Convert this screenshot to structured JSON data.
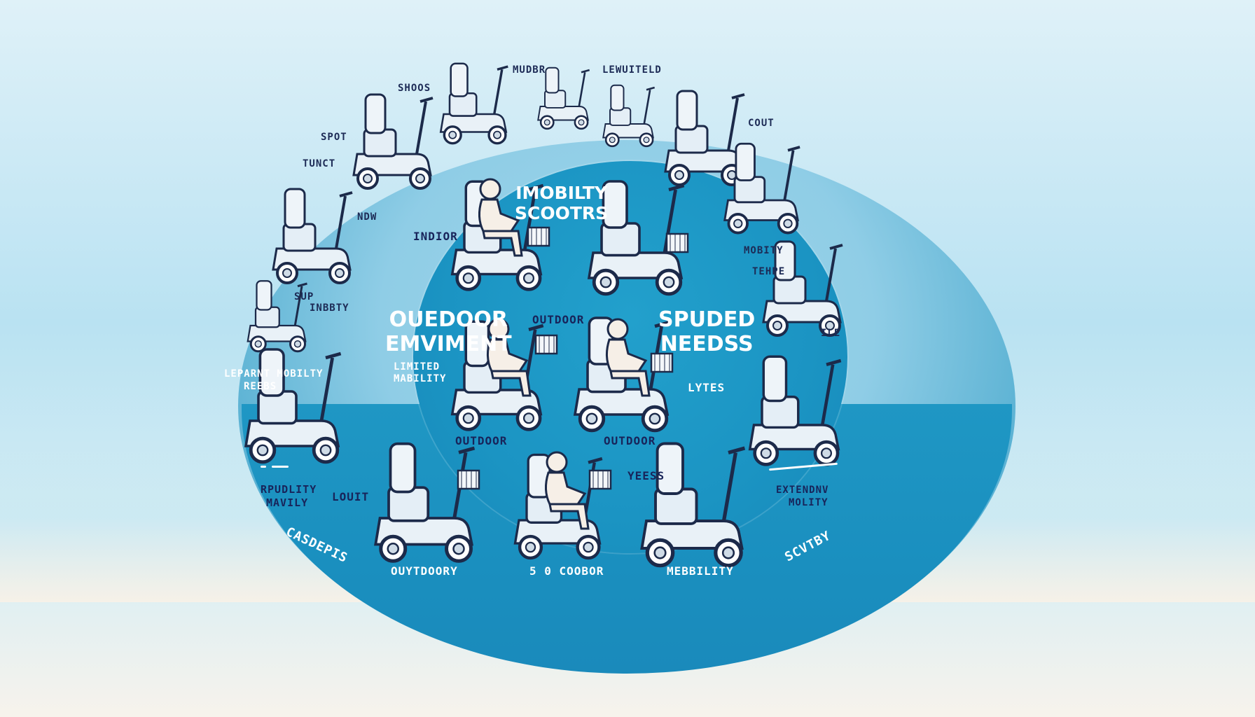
{
  "diagram": {
    "headings": {
      "center_top": [
        "IMOBILTY",
        "SCOOTRS"
      ],
      "left_mid": [
        "OUEDOOR",
        "EMVIMENT"
      ],
      "right_mid": [
        "SPUDED",
        "NEEDSS"
      ]
    },
    "outer_labels": {
      "shoos": "SHOOS",
      "mudbr": "MUDBR",
      "lewuiteld": "LEWUITELD",
      "spot": "SPOT",
      "tunct": "TUNCT",
      "ndw": "NDW",
      "cout": "COUT",
      "mobity": "MOBITY",
      "tehpe": "TEHPE",
      "sup": "SUP",
      "inbbty": "INBBTY",
      "ile": "ILE"
    },
    "inner_labels": {
      "indior": "INDIOR",
      "outdoor_top": "OUTDOOR",
      "limited": [
        "LIMITED",
        "MABILITY"
      ],
      "lytes": "LYTES",
      "outdoor_left": "OUTDOOR",
      "outdoor_right": "OUTDOOR"
    },
    "lower_labels": {
      "lepart": [
        "LEPARNT MOBILTY",
        "REEBS"
      ],
      "rpudlity": [
        "RPUDLITY",
        "MAVILY"
      ],
      "louit": "LOUIT",
      "yeess": "YEESS",
      "extendiv": [
        "EXTENDNV",
        "MOLITY"
      ],
      "casdepis": "CASDEPIS",
      "scvtby": "SCVTBY",
      "ouytdoory": "OUYTDOORY",
      "coobor": "5 0 COOBOR",
      "mebbility": "MEBBILITY"
    },
    "colors": {
      "outer_disc": "#8fcde6",
      "inner_disc": "#1b94c3",
      "label_dark": "#1d2b56",
      "label_light": "#ffffff"
    }
  }
}
